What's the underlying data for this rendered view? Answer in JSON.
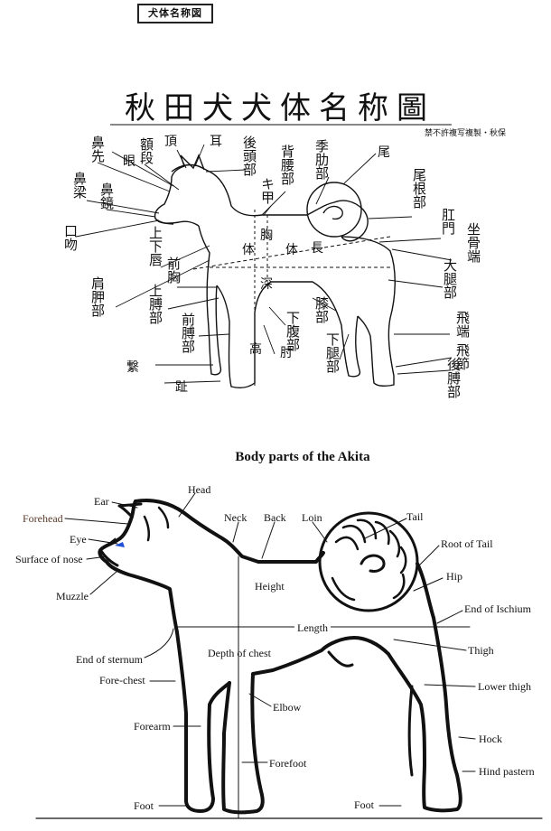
{
  "header": {
    "stamp": "犬体名称図",
    "title_jp": "秋田犬犬体名称圖",
    "credit_jp": "禁不許複写複製・秋保",
    "title_en": "Body parts of the Akita"
  },
  "jp_labels": [
    {
      "id": "nose-tip",
      "text": "鼻先"
    },
    {
      "id": "stop",
      "text": "額段"
    },
    {
      "id": "bridge",
      "text": "鼻梁"
    },
    {
      "id": "nose-mirror",
      "text": "鼻鏡"
    },
    {
      "id": "mouth",
      "text": "口吻"
    },
    {
      "id": "eye",
      "text": "眼"
    },
    {
      "id": "crown",
      "text": "頂"
    },
    {
      "id": "ear",
      "text": "耳"
    },
    {
      "id": "nape",
      "text": "後頭部"
    },
    {
      "id": "back",
      "text": "背腰部"
    },
    {
      "id": "withers",
      "text": "キ甲"
    },
    {
      "id": "loin",
      "text": "季肋部"
    },
    {
      "id": "tail",
      "text": "尾"
    },
    {
      "id": "tail-root",
      "text": "尾根部"
    },
    {
      "id": "anus",
      "text": "肛門"
    },
    {
      "id": "ischium",
      "text": "坐骨端"
    },
    {
      "id": "thigh",
      "text": "大腿部"
    },
    {
      "id": "lips",
      "text": "上下唇"
    },
    {
      "id": "chest",
      "text": "前胸"
    },
    {
      "id": "shoulder",
      "text": "肩胛部"
    },
    {
      "id": "upper-arm",
      "text": "上膊部"
    },
    {
      "id": "forearm",
      "text": "前膊部"
    },
    {
      "id": "toes",
      "text": "趾"
    },
    {
      "id": "pastern",
      "text": "繋"
    },
    {
      "id": "elbow",
      "text": "肘"
    },
    {
      "id": "underbelly",
      "text": "下腹部"
    },
    {
      "id": "stifle",
      "text": "膝部"
    },
    {
      "id": "lower-thigh",
      "text": "下腿部"
    },
    {
      "id": "hock",
      "text": "飛端"
    },
    {
      "id": "hind-pastern",
      "text": "飛節"
    },
    {
      "id": "rear-pastern",
      "text": "後膊部"
    },
    {
      "id": "body-height",
      "text": "体"
    },
    {
      "id": "body-height2",
      "text": "高"
    },
    {
      "id": "chest-depth",
      "text": "胸"
    },
    {
      "id": "chest-depth2",
      "text": "深"
    },
    {
      "id": "body-length",
      "text": "体"
    },
    {
      "id": "body-length2",
      "text": "長"
    }
  ],
  "en_labels": [
    {
      "id": "head",
      "text": "Head"
    },
    {
      "id": "ear",
      "text": "Ear"
    },
    {
      "id": "forehead",
      "text": "Forehead"
    },
    {
      "id": "eye",
      "text": "Eye"
    },
    {
      "id": "nose-surface",
      "text": "Surface of nose"
    },
    {
      "id": "muzzle",
      "text": "Muzzle"
    },
    {
      "id": "neck",
      "text": "Neck"
    },
    {
      "id": "back",
      "text": "Back"
    },
    {
      "id": "loin",
      "text": "Loin"
    },
    {
      "id": "tail",
      "text": "Tail"
    },
    {
      "id": "root-of-tail",
      "text": "Root of Tail"
    },
    {
      "id": "hip",
      "text": "Hip"
    },
    {
      "id": "end-of-ischium",
      "text": "End of Ischium"
    },
    {
      "id": "height",
      "text": "Height"
    },
    {
      "id": "length",
      "text": "Length"
    },
    {
      "id": "depth-of-chest",
      "text": "Depth of chest"
    },
    {
      "id": "end-of-sternum",
      "text": "End of sternum"
    },
    {
      "id": "fore-chest",
      "text": "Fore-chest"
    },
    {
      "id": "elbow",
      "text": "Elbow"
    },
    {
      "id": "thigh",
      "text": "Thigh"
    },
    {
      "id": "lower-thigh",
      "text": "Lower thigh"
    },
    {
      "id": "forearm",
      "text": "Forearm"
    },
    {
      "id": "hock",
      "text": "Hock"
    },
    {
      "id": "forefoot",
      "text": "Forefoot"
    },
    {
      "id": "hind-pastern",
      "text": "Hind pastern"
    },
    {
      "id": "foot-front",
      "text": "Foot"
    },
    {
      "id": "foot-rear",
      "text": "Foot"
    }
  ],
  "colors": {
    "ink": "#111111",
    "eye": "#1f4fd6",
    "forehead": "#5a3b2a"
  }
}
